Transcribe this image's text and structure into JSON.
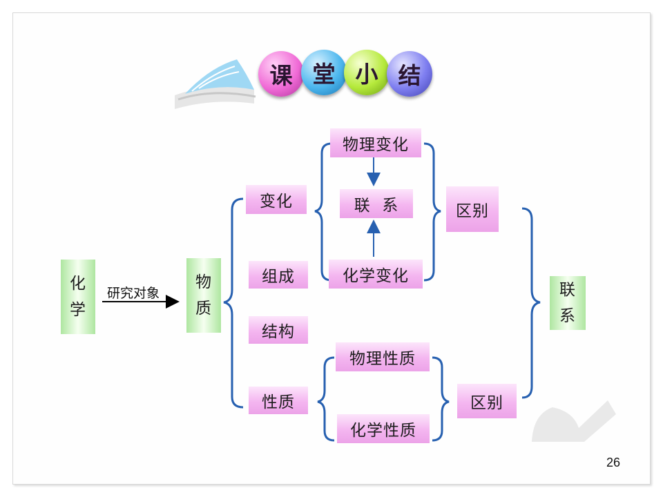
{
  "header": {
    "title_chars": [
      "课",
      "堂",
      "小",
      "结"
    ],
    "icons": [
      "open-book-icon"
    ]
  },
  "nodes": {
    "chemistry": [
      "化",
      "学"
    ],
    "matter": [
      "物",
      "质"
    ],
    "change": "变化",
    "composition": "组成",
    "structure": "结构",
    "property": "性质",
    "physical_change": "物理变化",
    "relation_top": "联  系",
    "chemical_change": "化学变化",
    "difference_top": "区别",
    "physical_property": "物理性质",
    "chemical_property": "化学性质",
    "difference_bottom": "区别",
    "relation_right": [
      "联",
      "系"
    ]
  },
  "edges": {
    "research_object": "研究对象"
  },
  "page_number": "26",
  "colors": {
    "line": "#2760b0",
    "arrow": "#000000",
    "pink_box": "#f4b6f0",
    "green_box": "#aee6a0"
  }
}
